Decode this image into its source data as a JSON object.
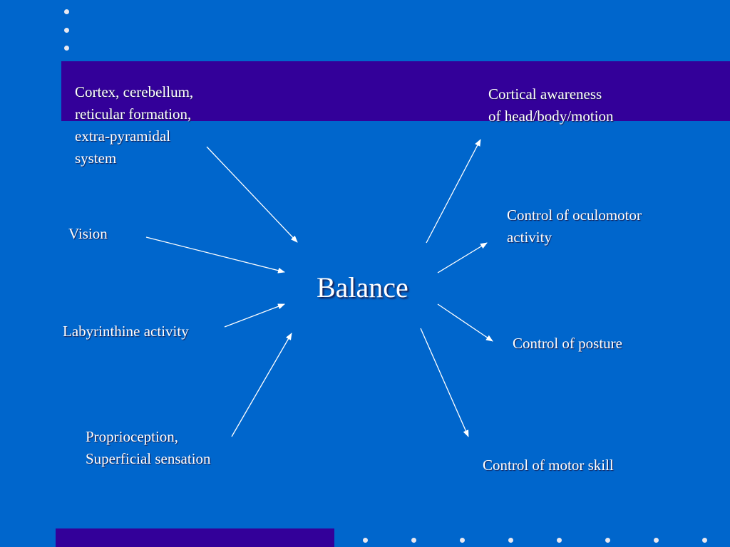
{
  "diagram": {
    "center": "Balance",
    "inputs": [
      {
        "lines": [
          "Cortex, cerebellum,",
          "reticular formation,",
          "extra-pyramidal",
          "system"
        ]
      },
      {
        "lines": [
          "Vision"
        ]
      },
      {
        "lines": [
          "Labyrinthine activity"
        ]
      },
      {
        "lines": [
          "Proprioception,",
          "Superficial sensation"
        ]
      }
    ],
    "outputs": [
      {
        "lines": [
          "Cortical awareness",
          "of head/body/motion"
        ]
      },
      {
        "lines": [
          "Control of oculomotor",
          "activity"
        ]
      },
      {
        "lines": [
          "Control of posture"
        ]
      },
      {
        "lines": [
          "Control of motor skill"
        ]
      }
    ]
  },
  "colors": {
    "background": "#0066cc",
    "band": "#330099",
    "text": "#ffffff"
  }
}
